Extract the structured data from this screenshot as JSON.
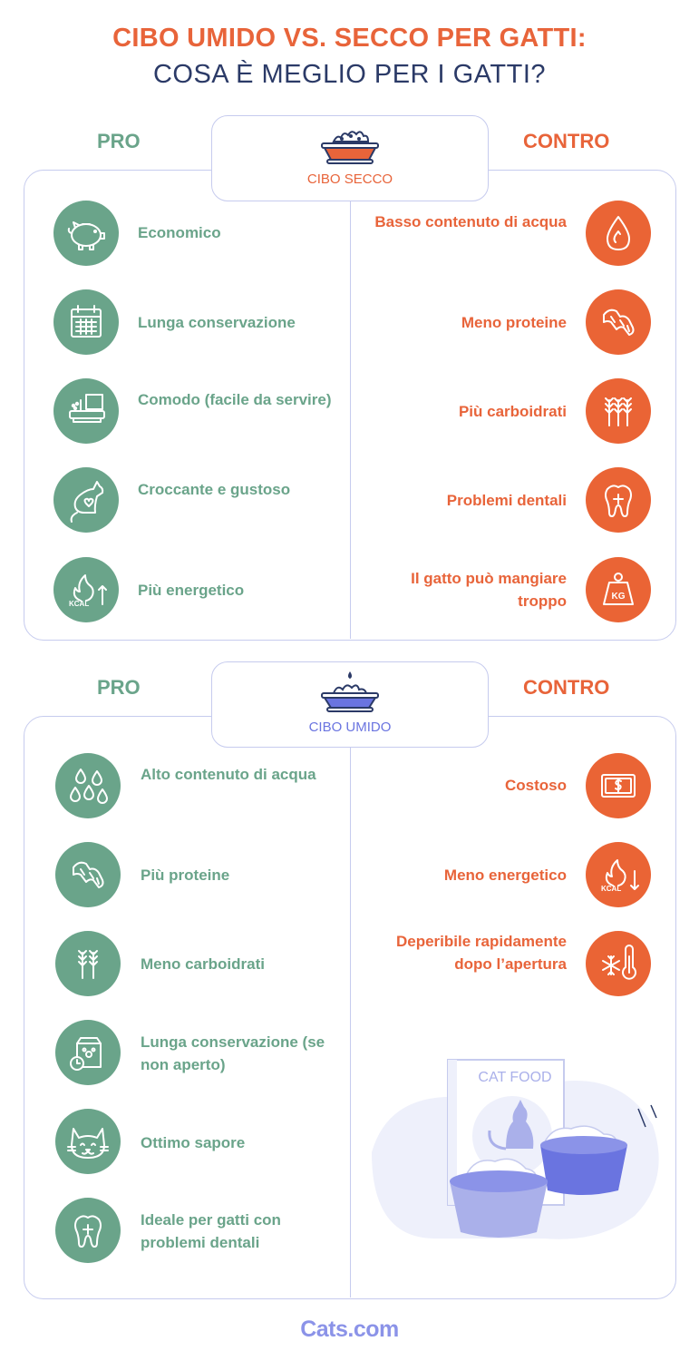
{
  "title": {
    "line1": "CIBO UMIDO VS. SECCO PER GATTI:",
    "line2": "COSA È MEGLIO PER I GATTI?"
  },
  "colors": {
    "pro": "#6aa48a",
    "contro": "#e8643a",
    "border": "#c6cbee",
    "title_dark": "#2b3a67",
    "brand": "#8b93e8"
  },
  "dry": {
    "pro_heading": "PRO",
    "contro_heading": "CONTRO",
    "label": "CIBO SECCO",
    "pros": [
      {
        "text": "Economico",
        "icon": "piggy-bank-icon"
      },
      {
        "text": "Lunga conservazione",
        "icon": "calendar-icon"
      },
      {
        "text": "Comodo (facile da servire)",
        "icon": "food-dispenser-icon"
      },
      {
        "text": "Croccante e gustoso",
        "icon": "cat-heart-icon"
      },
      {
        "text": "Più energetico",
        "icon": "kcal-up-icon"
      }
    ],
    "cons": [
      {
        "text": "Basso contenuto di acqua",
        "icon": "water-drop-icon"
      },
      {
        "text": "Meno proteine",
        "icon": "meat-icon"
      },
      {
        "text": "Più carboidrati",
        "icon": "wheat-icon"
      },
      {
        "text": "Problemi dentali",
        "icon": "tooth-icon"
      },
      {
        "text": "Il gatto può mangiare troppo",
        "icon": "weight-kg-icon"
      }
    ]
  },
  "wet": {
    "pro_heading": "PRO",
    "contro_heading": "CONTRO",
    "label": "CIBO UMIDO",
    "pros": [
      {
        "text": "Alto contenuto di acqua",
        "icon": "water-drops-icon"
      },
      {
        "text": "Più proteine",
        "icon": "meat-icon"
      },
      {
        "text": "Meno carboidrati",
        "icon": "wheat-icon"
      },
      {
        "text": "Lunga conservazione (se non aperto)",
        "icon": "food-bag-clock-icon"
      },
      {
        "text": "Ottimo sapore",
        "icon": "cat-face-icon"
      },
      {
        "text": "Ideale per gatti con problemi dentali",
        "icon": "tooth-icon"
      }
    ],
    "cons": [
      {
        "text": "Costoso",
        "icon": "dollar-bill-icon"
      },
      {
        "text": "Meno energetico",
        "icon": "kcal-down-icon"
      },
      {
        "text": "Deperibile rapidamente dopo l’apertura",
        "icon": "thermometer-snow-icon"
      }
    ]
  },
  "kcal_text": "KCAL",
  "kg_text": "KG",
  "cat_food_text": "CAT FOOD",
  "footer": "Cats.com"
}
